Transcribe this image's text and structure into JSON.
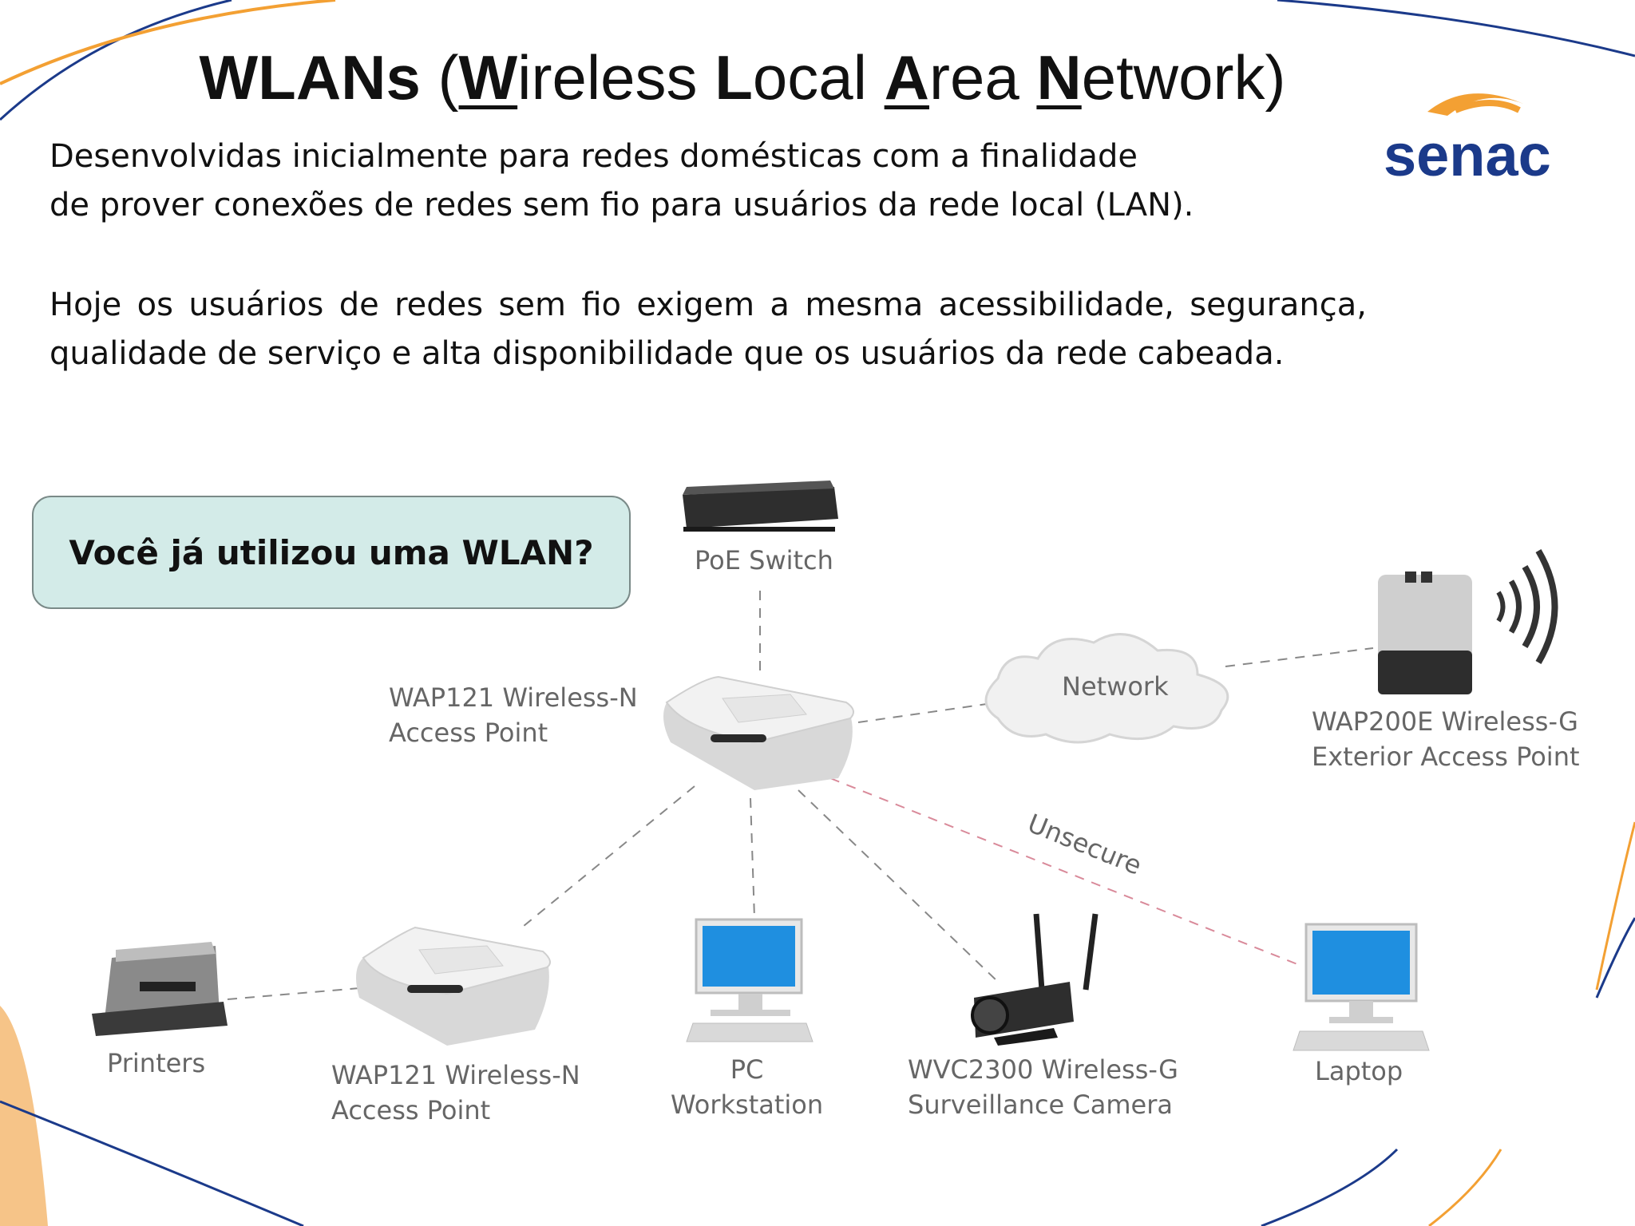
{
  "title": {
    "p1": "WLANs",
    "p2": " (",
    "u1": "W",
    "p3": "ireless ",
    "b2": "L",
    "p4": "ocal ",
    "u3": "A",
    "p5": "rea ",
    "u4": "N",
    "p6": "etwork)"
  },
  "logo": {
    "text": "senac"
  },
  "intro": {
    "line1": "Desenvolvidas inicialmente para redes domésticas com a finalidade",
    "line2": "de prover conexões de redes sem fio para usuários da rede local (LAN).",
    "para2": "Hoje os usuários de redes sem fio exigem a mesma acessibilidade, segurança, qualidade de serviço e alta disponibilidade que os usuários da rede cabeada."
  },
  "question": "Você já utilizou uma WLAN?",
  "diagram": {
    "poe_switch": "PoE Switch",
    "wap121_top": {
      "line1": "WAP121 Wireless-N",
      "line2": "Access Point"
    },
    "network": "Network",
    "wap200e": {
      "line1": "WAP200E Wireless-G",
      "line2": "Exterior Access Point"
    },
    "unsecure": "Unsecure",
    "printers": "Printers",
    "wap121_bottom": {
      "line1": "WAP121 Wireless-N",
      "line2": "Access Point"
    },
    "pc": {
      "line1": "PC",
      "line2": "Workstation"
    },
    "camera": {
      "line1": "WVC2300 Wireless-G",
      "line2": "Surveillance Camera"
    },
    "laptop": "Laptop"
  },
  "colors": {
    "navy": "#1b3a8a",
    "orange": "#f3a033",
    "box_fill": "#d3ebe8",
    "unsecure_line": "#d98a9a",
    "screen_blue": "#1f8fe0"
  }
}
